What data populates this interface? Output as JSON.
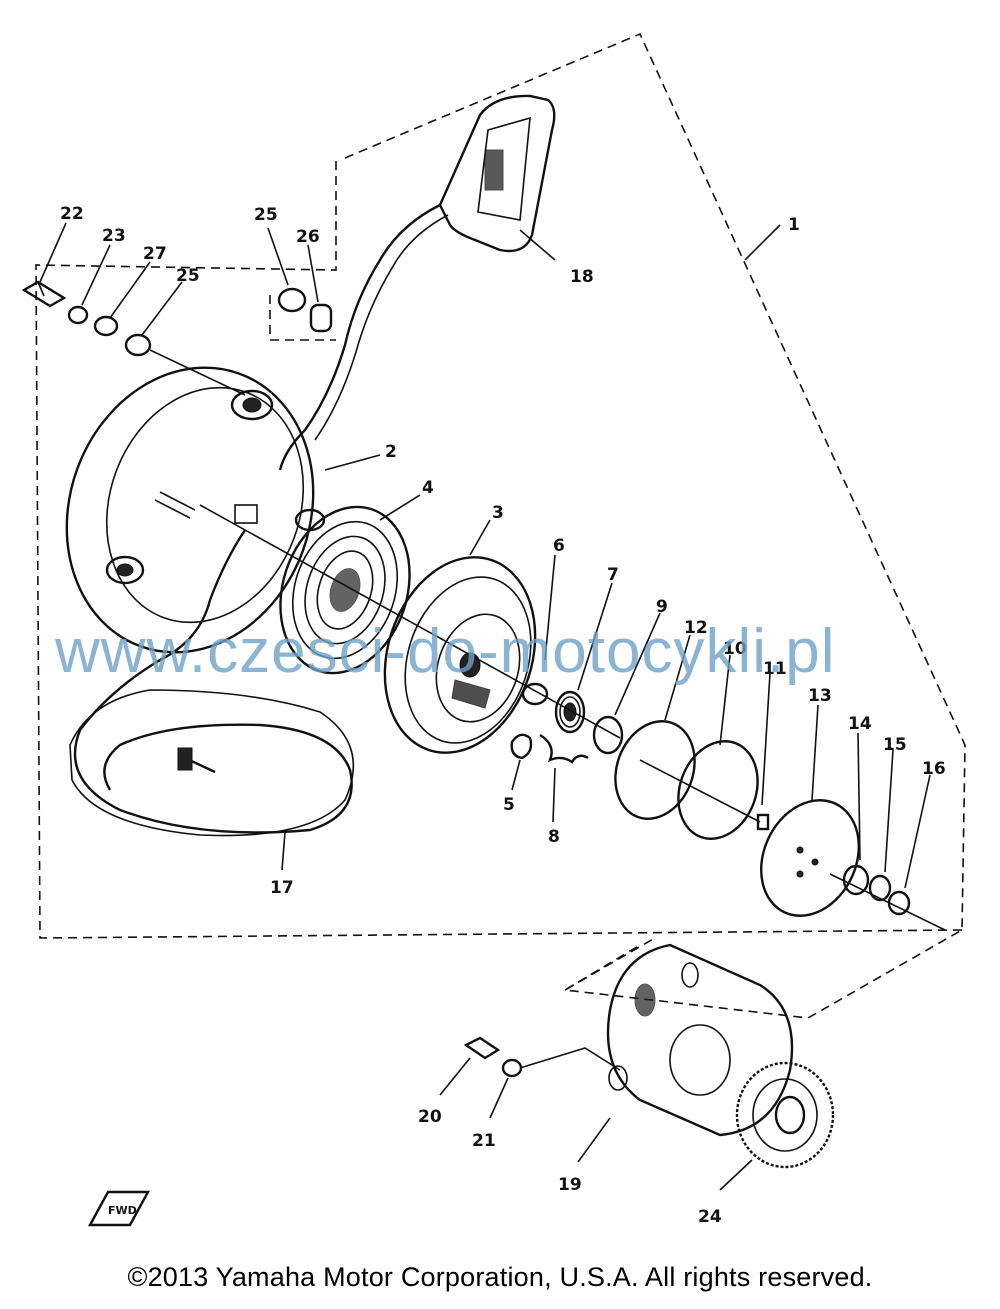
{
  "diagram": {
    "watermark": "www.czesci-do-motocykli.pl",
    "copyright": "©2013 Yamaha Motor Corporation, U.S.A. All rights reserved.",
    "fwd_label": "FWD",
    "labels": {
      "l1": "1",
      "l2": "2",
      "l3": "3",
      "l4": "4",
      "l5": "5",
      "l6": "6",
      "l7": "7",
      "l8": "8",
      "l9": "9",
      "l10": "10",
      "l11": "11",
      "l12": "12",
      "l13": "13",
      "l14": "14",
      "l15": "15",
      "l16": "16",
      "l17": "17",
      "l18": "18",
      "l19": "19",
      "l20": "20",
      "l21": "21",
      "l22": "22",
      "l23": "23",
      "l24": "24",
      "l25a": "25",
      "l25b": "25",
      "l26": "26",
      "l27": "27"
    }
  }
}
